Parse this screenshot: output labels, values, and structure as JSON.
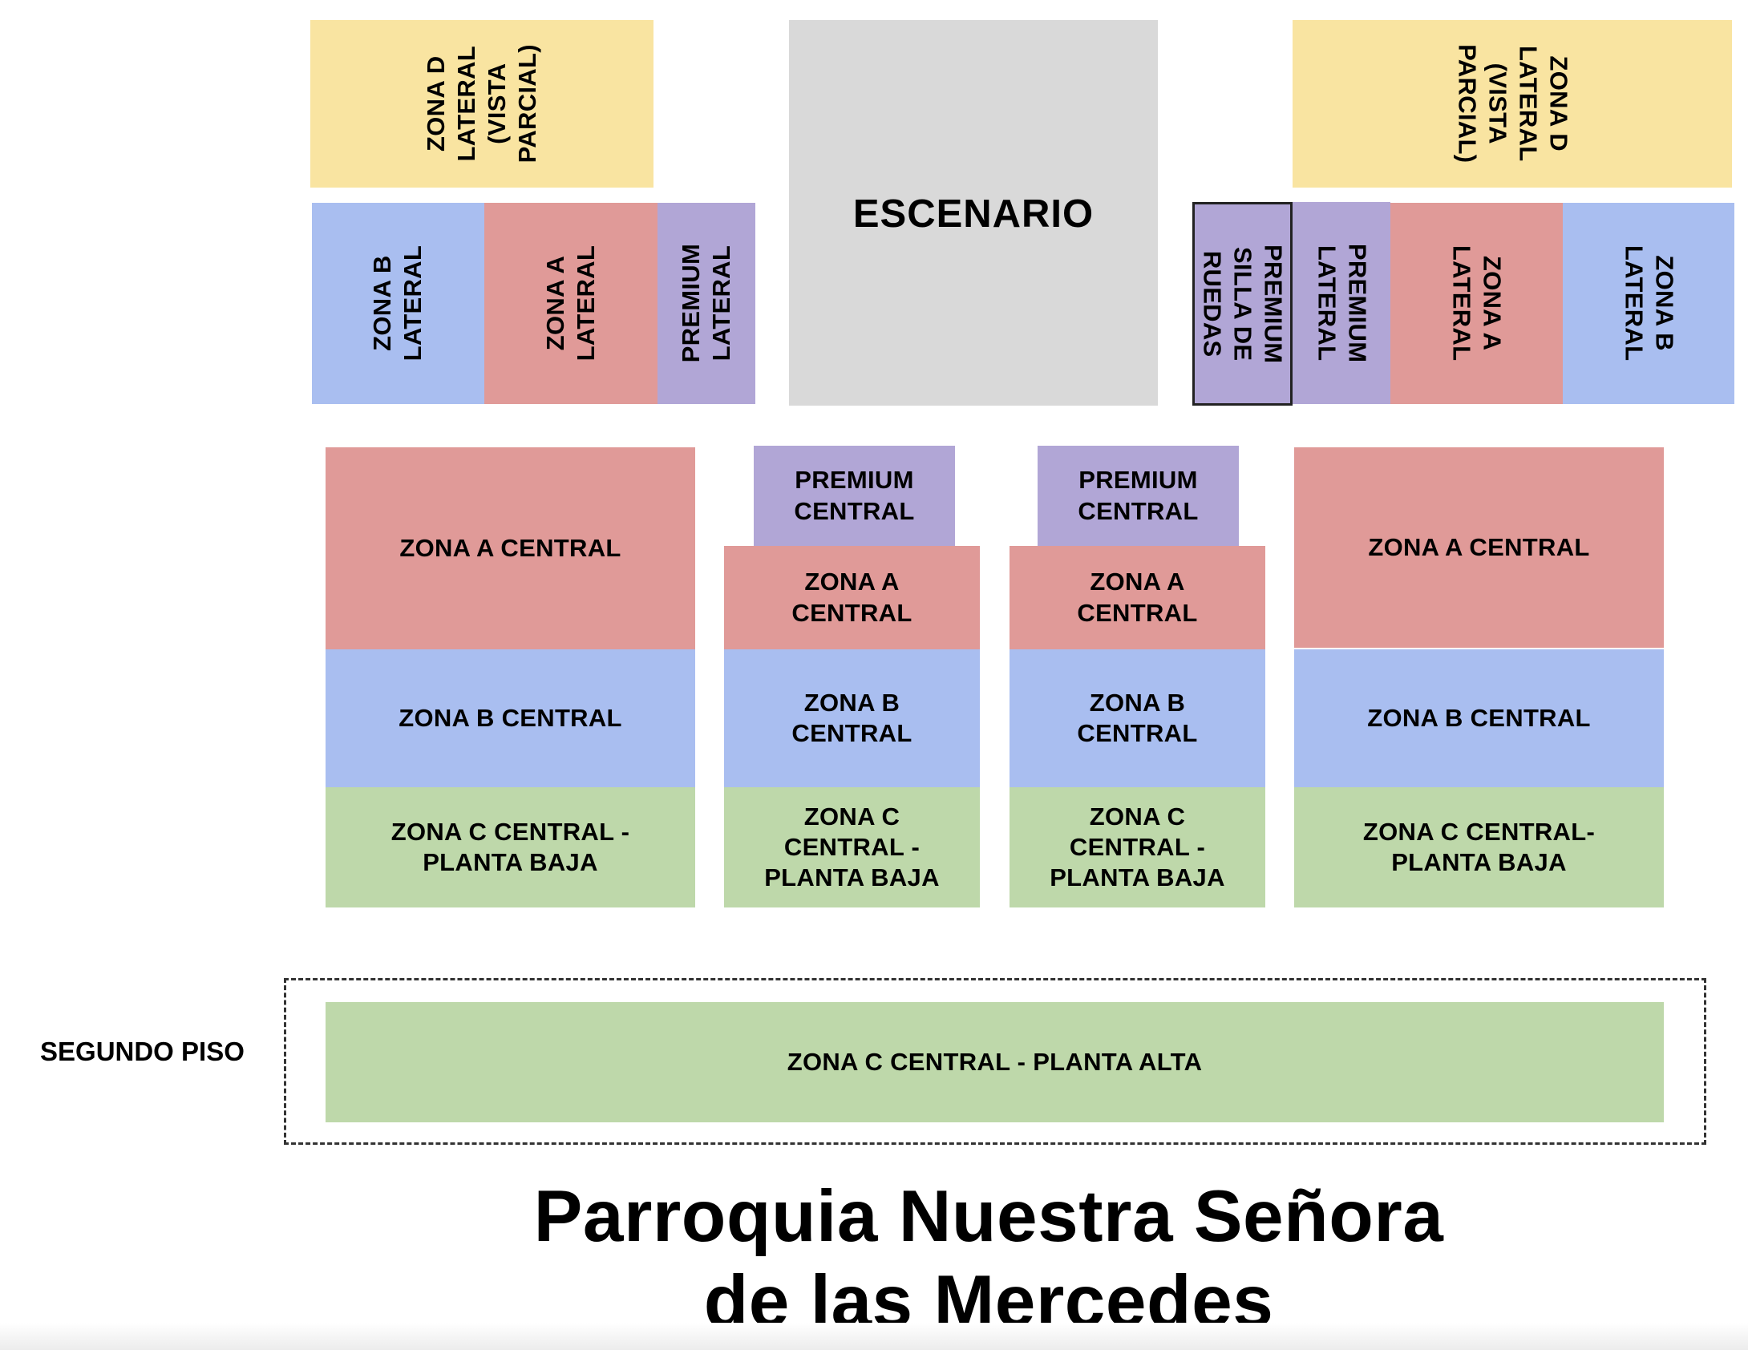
{
  "colors": {
    "zona_d": "#f9e4a1",
    "zona_b": "#a9bef0",
    "zona_a": "#e09a98",
    "premium": "#b1a6d6",
    "escenario": "#d9d9d9",
    "zona_c": "#bed8aa"
  },
  "stage": {
    "label": "ESCENARIO"
  },
  "left_lateral": {
    "zona_d": "ZONA D\nLATERAL\n(VISTA\nPARCIAL)",
    "zona_b": "ZONA B\nLATERAL",
    "zona_a": "ZONA A\nLATERAL",
    "premium": "PREMIUM\nLATERAL"
  },
  "right_lateral": {
    "zona_d": "ZONA D\nLATERAL\n(VISTA\nPARCIAL)",
    "wheelchair": "PREMIUM\nSILLA DE\nRUEDAS",
    "premium": "PREMIUM\nLATERAL",
    "zona_a": "ZONA A\nLATERAL",
    "zona_b": "ZONA B\nLATERAL"
  },
  "central": {
    "col1": {
      "zona_a": "ZONA A CENTRAL",
      "zona_b": "ZONA B CENTRAL",
      "zona_c": "ZONA C CENTRAL -\nPLANTA BAJA"
    },
    "col2": {
      "premium": "PREMIUM\nCENTRAL",
      "zona_a": "ZONA A\nCENTRAL",
      "zona_b": "ZONA B\nCENTRAL",
      "zona_c": "ZONA C\nCENTRAL -\nPLANTA BAJA"
    },
    "col3": {
      "premium": "PREMIUM\nCENTRAL",
      "zona_a": "ZONA A\nCENTRAL",
      "zona_b": "ZONA B\nCENTRAL",
      "zona_c": "ZONA C\nCENTRAL -\nPLANTA BAJA"
    },
    "col4": {
      "zona_a": "ZONA A CENTRAL",
      "zona_b": "ZONA B CENTRAL",
      "zona_c": "ZONA C CENTRAL-\nPLANTA BAJA"
    }
  },
  "second_floor": {
    "label": "SEGUNDO PISO",
    "zona_c": "ZONA C CENTRAL - PLANTA ALTA"
  },
  "venue": {
    "line1": "Parroquia Nuestra Señora",
    "line2": "de las Mercedes"
  }
}
